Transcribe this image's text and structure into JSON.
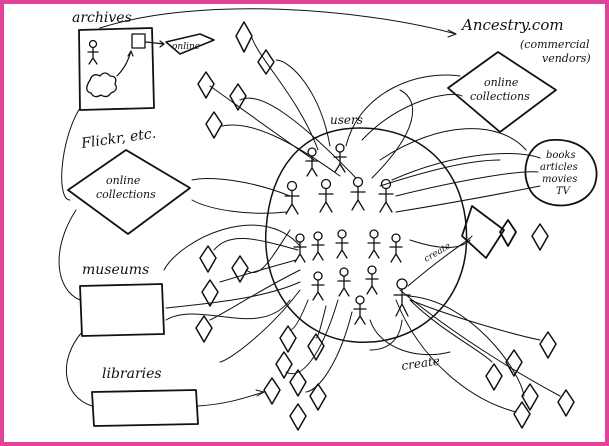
{
  "labels": {
    "archives": "archives",
    "online": "online",
    "ancestry": "Ancestry.com",
    "commercial_1": "(commercial",
    "commercial_2": "vendors)",
    "ancestry_online_1": "online",
    "ancestry_online_2": "collections",
    "flickr": "Flickr, etc.",
    "flickr_online_1": "online",
    "flickr_online_2": "collections",
    "users": "users",
    "media_1": "books",
    "media_2": "articles",
    "media_3": "movies",
    "media_4": "TV",
    "museums": "museums",
    "libraries": "libraries",
    "create": "create",
    "create_small": "create"
  },
  "colors": {
    "frame": "#e0449a",
    "ink": "#111111",
    "paper": "#ffffff"
  }
}
